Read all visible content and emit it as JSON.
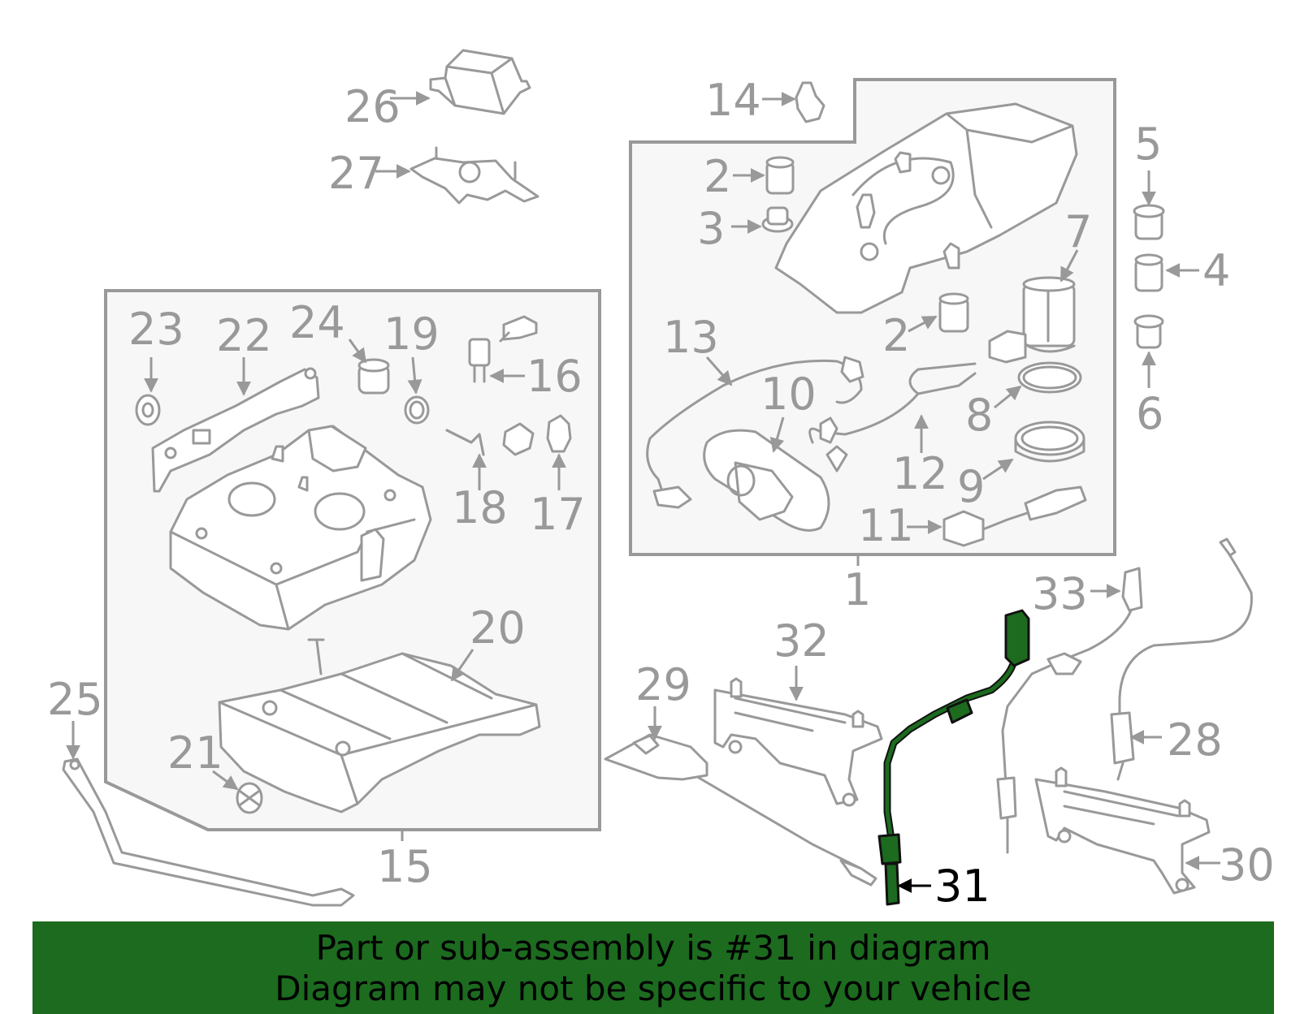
{
  "diagram": {
    "callouts": {
      "c1": "1",
      "c2a": "2",
      "c2b": "2",
      "c3": "3",
      "c4": "4",
      "c5": "5",
      "c6": "6",
      "c7": "7",
      "c8": "8",
      "c9": "9",
      "c10": "10",
      "c11": "11",
      "c12": "12",
      "c13": "13",
      "c14": "14",
      "c15": "15",
      "c16": "16",
      "c17": "17",
      "c18": "18",
      "c19": "19",
      "c20": "20",
      "c21": "21",
      "c22": "22",
      "c23": "23",
      "c24": "24",
      "c25": "25",
      "c26": "26",
      "c27": "27",
      "c28": "28",
      "c29": "29",
      "c30": "30",
      "c31": "31",
      "c32": "32",
      "c33": "33"
    },
    "highlighted_part": "31",
    "colors": {
      "highlight": "#1c6b1f",
      "line_art": "#999999",
      "group_box_fill": "#f7f7f7"
    }
  },
  "banner": {
    "line1": "Part or sub-assembly is #31 in diagram",
    "line2": "Diagram may not be specific to your vehicle",
    "color": "#1c6b1f"
  }
}
